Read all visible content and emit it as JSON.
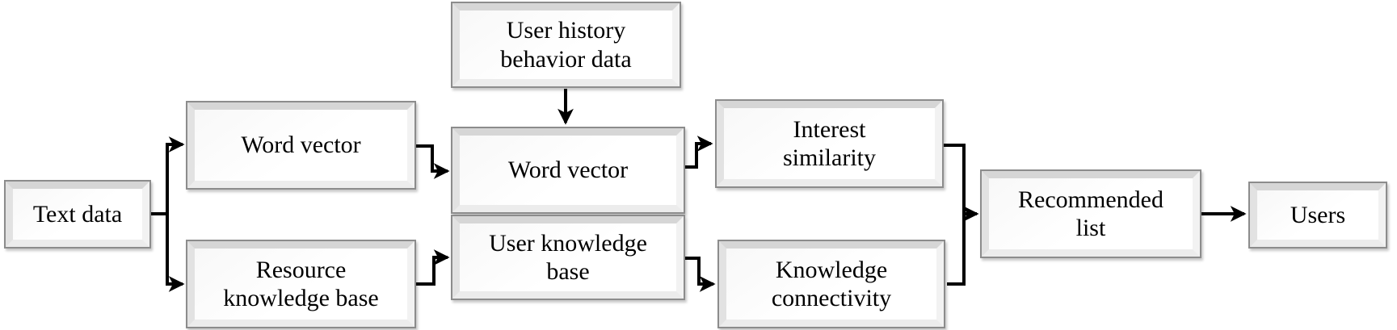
{
  "diagram": {
    "type": "flowchart",
    "nodes": [
      {
        "id": "text-data",
        "label": "Text data"
      },
      {
        "id": "word-vector-top",
        "label": "Word vector"
      },
      {
        "id": "resource-knowledge-base",
        "label": "Resource\nknowledge base"
      },
      {
        "id": "user-history-behavior-data",
        "label": "User history\nbehavior data"
      },
      {
        "id": "word-vector-center",
        "label": "Word vector"
      },
      {
        "id": "user-knowledge-base",
        "label": "User knowledge\nbase"
      },
      {
        "id": "interest-similarity",
        "label": "Interest\nsimilarity"
      },
      {
        "id": "knowledge-connectivity",
        "label": "Knowledge\nconnectivity"
      },
      {
        "id": "recommended-list",
        "label": "Recommended\nlist"
      },
      {
        "id": "users",
        "label": "Users"
      }
    ],
    "edges": [
      {
        "from": "text-data",
        "to": "word-vector-top"
      },
      {
        "from": "text-data",
        "to": "resource-knowledge-base"
      },
      {
        "from": "word-vector-top",
        "to": "word-vector-center"
      },
      {
        "from": "resource-knowledge-base",
        "to": "user-knowledge-base"
      },
      {
        "from": "user-history-behavior-data",
        "to": "word-vector-center"
      },
      {
        "from": "word-vector-center",
        "to": "interest-similarity"
      },
      {
        "from": "user-knowledge-base",
        "to": "knowledge-connectivity"
      },
      {
        "from": "interest-similarity",
        "to": "recommended-list"
      },
      {
        "from": "knowledge-connectivity",
        "to": "recommended-list"
      },
      {
        "from": "recommended-list",
        "to": "users"
      }
    ],
    "colors": {
      "background": "#ffffff",
      "box_fill": "#ffffff",
      "box_border": "#8c8c8c",
      "bevel_light": "#f2f2f2",
      "bevel_dark": "#d6d6d6",
      "connector": "#000000",
      "text": "#000000"
    }
  }
}
